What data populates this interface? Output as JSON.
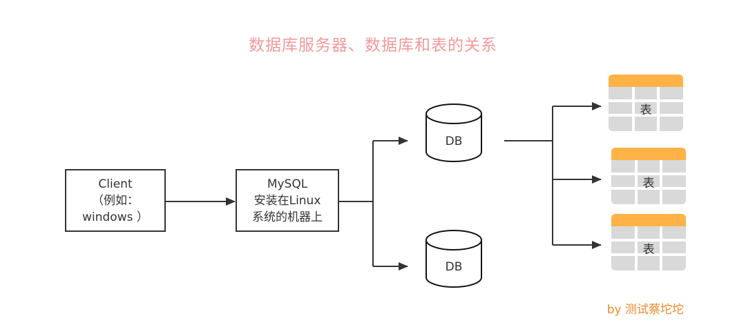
{
  "title": "数据库服务器、数据库和表的关系",
  "client": {
    "line1": "Client",
    "line2": "（例如：",
    "line3": "windows ）"
  },
  "server": {
    "line1": "MySQL",
    "line2": "安装在Linux",
    "line3": "系统的机器上"
  },
  "databases": [
    {
      "label": "DB"
    },
    {
      "label": "DB"
    }
  ],
  "tables": [
    {
      "label": "表"
    },
    {
      "label": "表"
    },
    {
      "label": "表"
    }
  ],
  "credit": "by 测试蔡坨坨",
  "colors": {
    "title": "#f3999b",
    "table_header": "#ffb347",
    "table_body": "#d9d9d9",
    "credit": "#f08b2c",
    "stroke": "#333333"
  }
}
